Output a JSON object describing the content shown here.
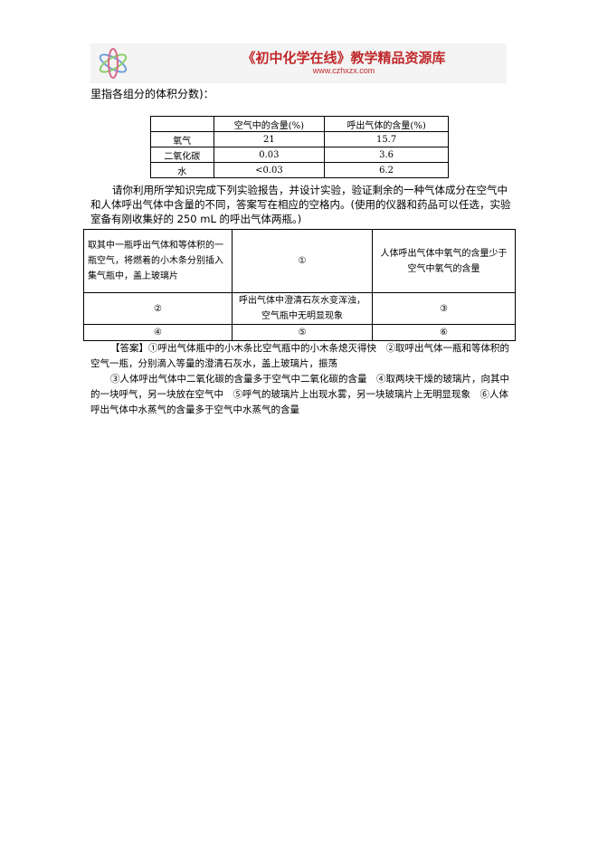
{
  "header": {
    "title": "《初中化学在线》教学精品资源库",
    "url": "www.czhxzx.com"
  },
  "intro": "里指各组分的体积分数)：",
  "table1": {
    "headers": [
      "",
      "空气中的含量(%)",
      "呼出气体的含量(%)"
    ],
    "rows": [
      [
        "氧气",
        "21",
        "15.7"
      ],
      [
        "二氧化碳",
        "0.03",
        "3.6"
      ],
      [
        "水",
        "<0.03",
        "6.2"
      ]
    ]
  },
  "paragraph": "请你利用所学知识完成下列实验报告，并设计实验，验证剩余的一种气体成分在空气中和人体呼出气体中含量的不同，答案写在相应的空格内。(使用的仪器和药品可以任选，实验室备有刚收集好的 250 mL 的呼出气体两瓶。)",
  "table2": {
    "rows": [
      [
        "取其中一瓶呼出气体和等体积的一瓶空气，将燃着的小木条分别插入集气瓶中，盖上玻璃片",
        "①",
        "人体呼出气体中氧气的含量少于空气中氧气的含量"
      ],
      [
        "②",
        "呼出气体中澄清石灰水变浑浊，空气瓶中无明显现象",
        "③"
      ],
      [
        "④",
        "⑤",
        "⑥"
      ]
    ]
  },
  "answer": {
    "p1": "【答案】①呼出气体瓶中的小木条比空气瓶中的小木条熄灭得快　②取呼出气体一瓶和等体积的空气一瓶，分别滴入等量的澄清石灰水，盖上玻璃片，振荡",
    "p2": "③人体呼出气体中二氧化碳的含量多于空气中二氧化碳的含量　④取两块干燥的玻璃片，向其中的一块呼气，另一块放在空气中　⑤呼气的玻璃片上出现水雾，另一块玻璃片上无明显现象　⑥人体呼出气体中水蒸气的含量多于空气中水蒸气的含量"
  }
}
